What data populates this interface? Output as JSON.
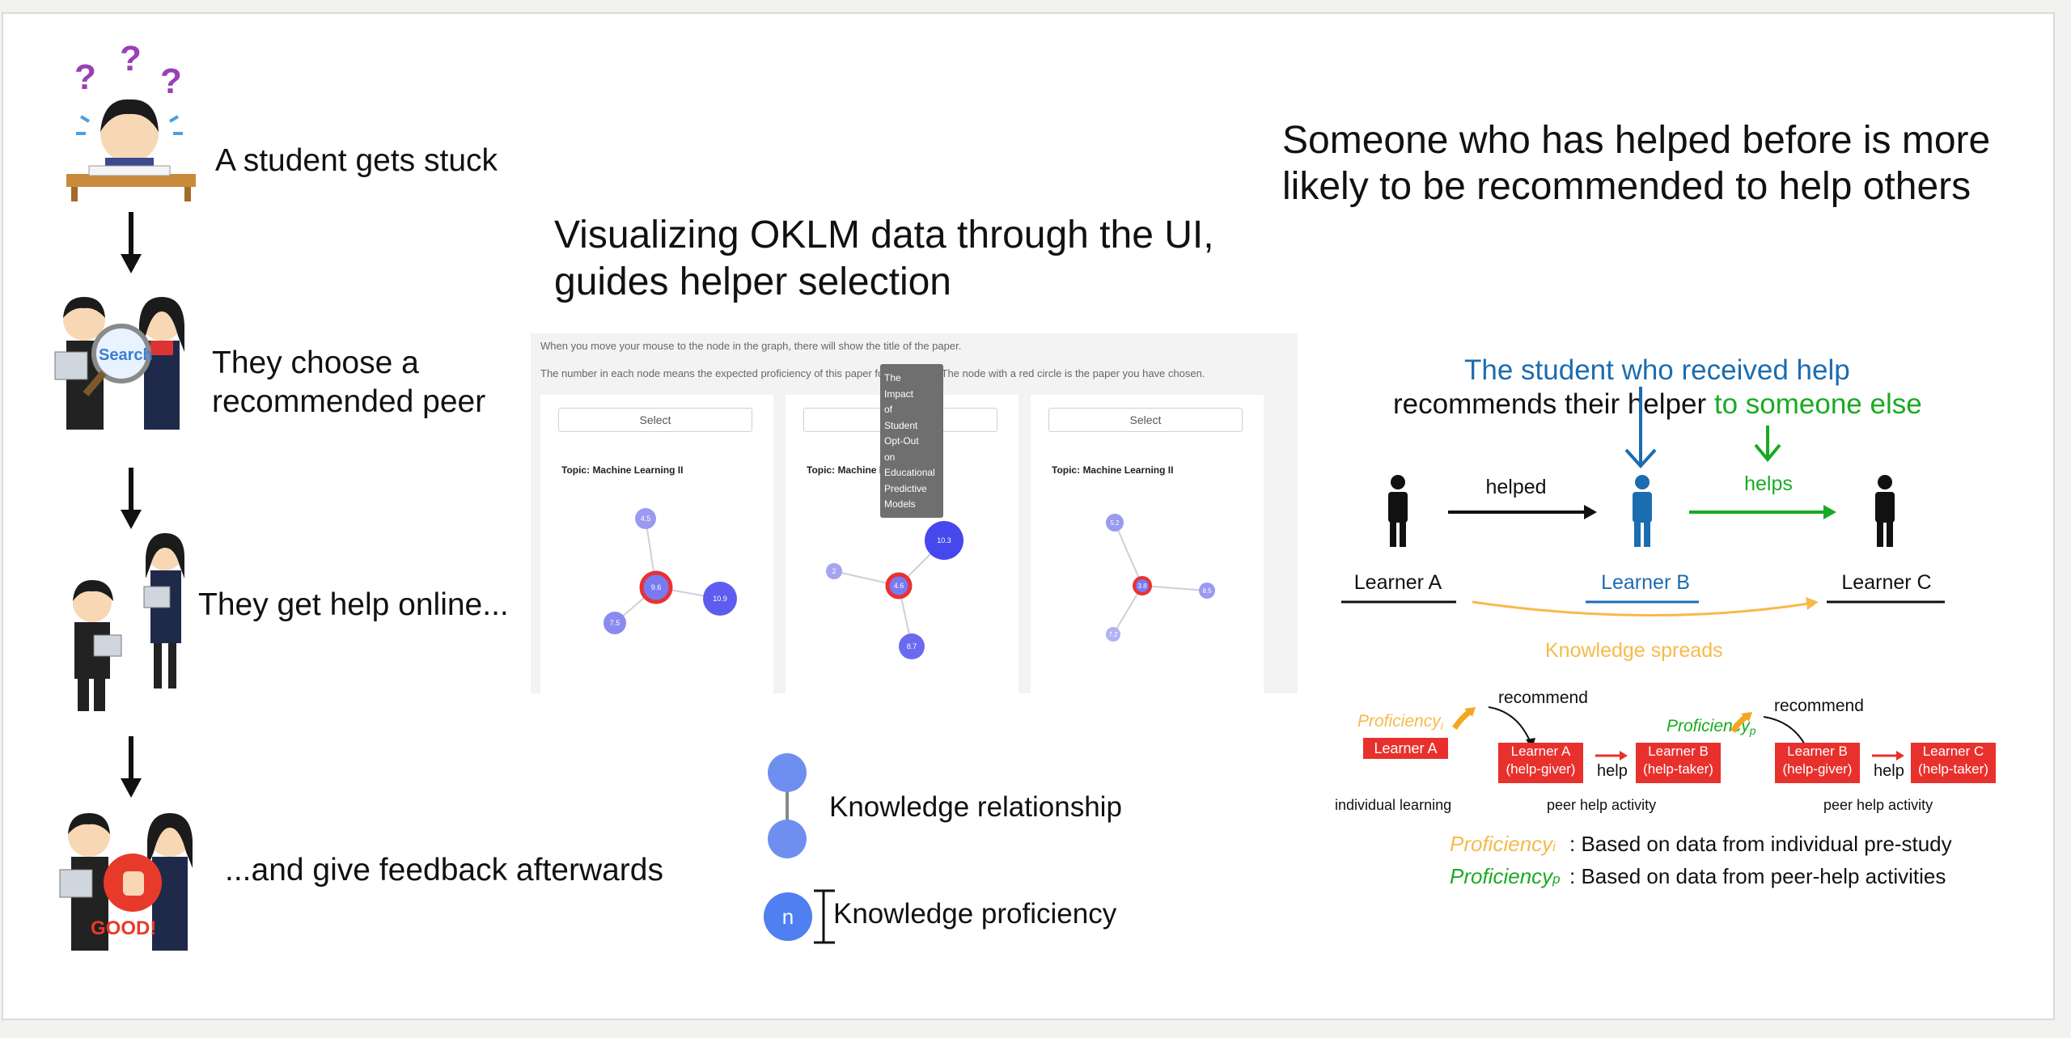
{
  "steps": [
    {
      "label": "A student gets stuck"
    },
    {
      "label": "They choose a\nrecommended peer"
    },
    {
      "label": "They get help online..."
    },
    {
      "label": "...and give feedback afterwards"
    }
  ],
  "middle": {
    "title_line1": "Visualizing OKLM data through the UI,",
    "title_line2": "guides helper selection",
    "screenshot": {
      "instruction1": "When you move your mouse to the node in the graph, there will show the title of the paper.",
      "instruction2": "The number in each node means the expected proficiency of this paper for this paper. The node with a red circle is the paper you have chosen.",
      "select_label": "Select",
      "topics": [
        "Topic: Machine Learning II",
        "Topic: Machine Learning II",
        "Topic: Machine Learning II"
      ],
      "tooltip_words": [
        "The",
        "Impact",
        "of",
        "Student",
        "Opt-Out",
        "on",
        "Educational",
        "Predictive",
        "Models"
      ],
      "node_values": {
        "p1": [
          "4.5",
          "9.6",
          "10.9",
          "7.5"
        ],
        "p2": [
          "2",
          "10.3",
          "4.6",
          "8.7"
        ],
        "p3": [
          "5.2",
          "3.8",
          "8.5",
          "7.2"
        ]
      }
    },
    "legend": {
      "relationship": "Knowledge relationship",
      "proficiency": "Knowledge proficiency",
      "node_letter": "n"
    }
  },
  "right": {
    "title_line1": "Someone who has helped before is more",
    "title_line2": "likely to be recommended to help others",
    "received_help": "The student who received help",
    "recommends_part1": "recommends their helper",
    "recommends_part2": "to someone else",
    "helped": "helped",
    "helps": "helps",
    "learner_a": "Learner A",
    "learner_b": "Learner B",
    "learner_c": "Learner C",
    "spreads": "Knowledge spreads",
    "recommend": "recommend",
    "prof_i": "Proficiency",
    "prof_i_sub": "i",
    "prof_p": "Proficiency",
    "prof_p_sub": "p",
    "box_learner_a": "Learner A",
    "box_a_giver_1": "Learner A",
    "box_a_giver_2": "(help-giver)",
    "box_b_taker_1": "Learner B",
    "box_b_taker_2": "(help-taker)",
    "box_b_giver_1": "Learner B",
    "box_b_giver_2": "(help-giver)",
    "box_c_taker_1": "Learner C",
    "box_c_taker_2": "(help-taker)",
    "help": "help",
    "individual_learning": "individual learning",
    "peer_help_activity": "peer help activity",
    "desc_i": "Based on data from individual pre-study",
    "desc_p": "Based on data from peer-help activities",
    "colon": ":"
  },
  "colors": {
    "blue": "#1c6cb0",
    "green": "#1aaa22",
    "orange": "#f7b94c",
    "node": "#6a6ae8",
    "red": "#e8302c"
  }
}
